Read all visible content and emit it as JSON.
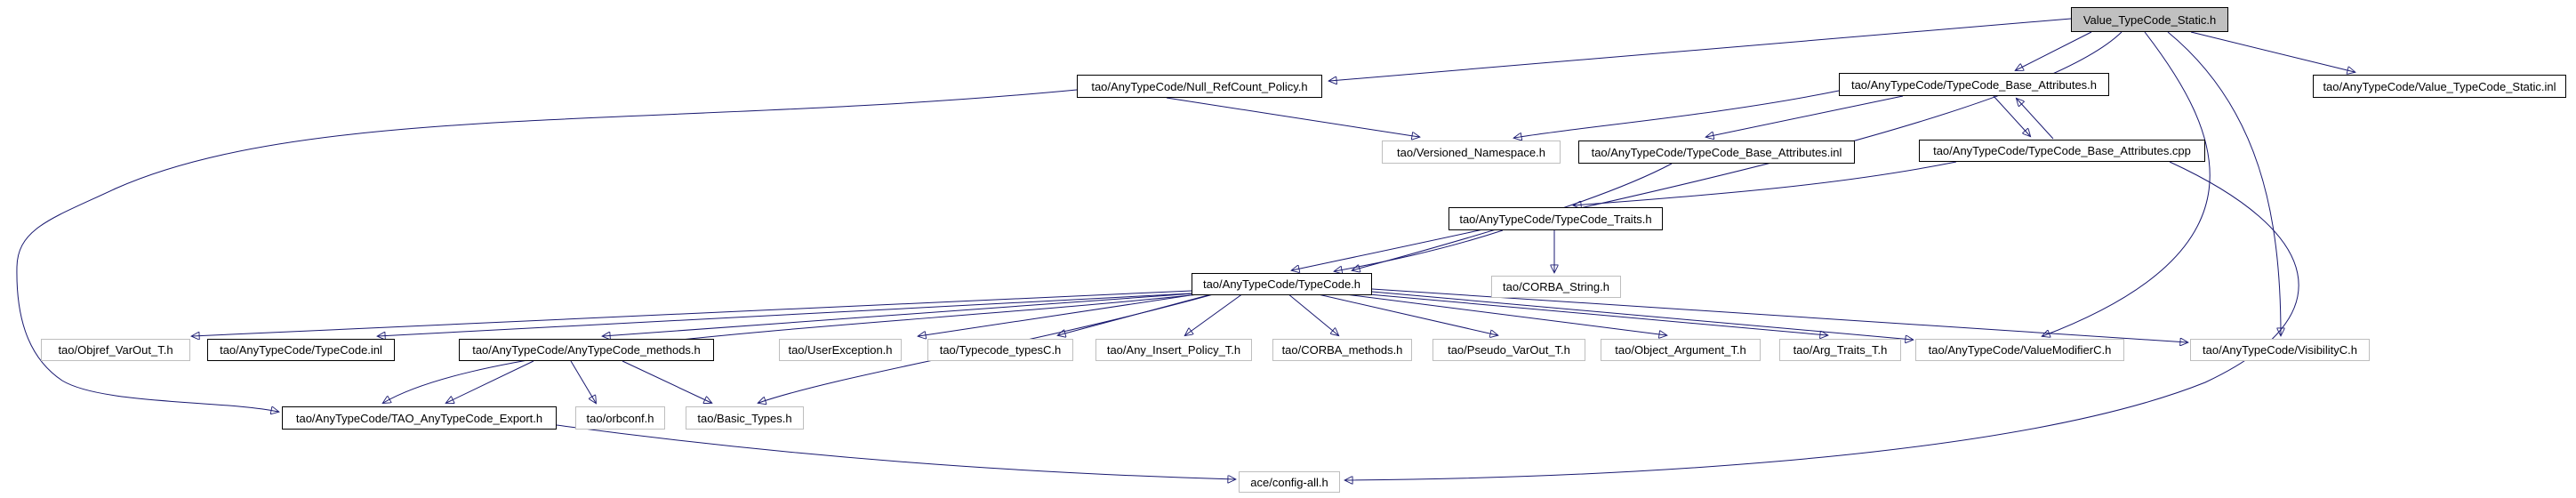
{
  "diagram": {
    "type": "include-dependency-graph",
    "edge_color": "#191970",
    "root_fill_color": "#c0c0c0",
    "internal_border_color": "#000000",
    "external_border_color": "#bebebe",
    "nodes": [
      {
        "id": "root",
        "label": "Value_TypeCode_Static.h",
        "kind": "root"
      },
      {
        "id": "null-refcount",
        "label": "tao/AnyTypeCode/Null_RefCount_Policy.h",
        "kind": "internal"
      },
      {
        "id": "tcba-h",
        "label": "tao/AnyTypeCode/TypeCode_Base_Attributes.h",
        "kind": "internal"
      },
      {
        "id": "vtcs-inl",
        "label": "tao/AnyTypeCode/Value_TypeCode_Static.inl",
        "kind": "internal"
      },
      {
        "id": "versioned-ns",
        "label": "tao/Versioned_Namespace.h",
        "kind": "external"
      },
      {
        "id": "tcba-inl",
        "label": "tao/AnyTypeCode/TypeCode_Base_Attributes.inl",
        "kind": "internal"
      },
      {
        "id": "tcba-cpp",
        "label": "tao/AnyTypeCode/TypeCode_Base_Attributes.cpp",
        "kind": "internal"
      },
      {
        "id": "tc-traits",
        "label": "tao/AnyTypeCode/TypeCode_Traits.h",
        "kind": "internal"
      },
      {
        "id": "corba-string",
        "label": "tao/CORBA_String.h",
        "kind": "external"
      },
      {
        "id": "typecode-h",
        "label": "tao/AnyTypeCode/TypeCode.h",
        "kind": "internal"
      },
      {
        "id": "objref-varout",
        "label": "tao/Objref_VarOut_T.h",
        "kind": "external"
      },
      {
        "id": "typecode-inl",
        "label": "tao/AnyTypeCode/TypeCode.inl",
        "kind": "internal"
      },
      {
        "id": "atc-methods",
        "label": "tao/AnyTypeCode/AnyTypeCode_methods.h",
        "kind": "internal"
      },
      {
        "id": "user-exception",
        "label": "tao/UserException.h",
        "kind": "external"
      },
      {
        "id": "typecode-typesc",
        "label": "tao/Typecode_typesC.h",
        "kind": "external"
      },
      {
        "id": "any-insert",
        "label": "tao/Any_Insert_Policy_T.h",
        "kind": "external"
      },
      {
        "id": "corba-methods",
        "label": "tao/CORBA_methods.h",
        "kind": "external"
      },
      {
        "id": "pseudo-varout",
        "label": "tao/Pseudo_VarOut_T.h",
        "kind": "external"
      },
      {
        "id": "object-argument",
        "label": "tao/Object_Argument_T.h",
        "kind": "external"
      },
      {
        "id": "arg-traits",
        "label": "tao/Arg_Traits_T.h",
        "kind": "external"
      },
      {
        "id": "valuemodifier",
        "label": "tao/AnyTypeCode/ValueModifierC.h",
        "kind": "external"
      },
      {
        "id": "visibility",
        "label": "tao/AnyTypeCode/VisibilityC.h",
        "kind": "external"
      },
      {
        "id": "atc-export",
        "label": "tao/AnyTypeCode/TAO_AnyTypeCode_Export.h",
        "kind": "internal"
      },
      {
        "id": "orbconf",
        "label": "tao/orbconf.h",
        "kind": "external"
      },
      {
        "id": "basic-types",
        "label": "tao/Basic_Types.h",
        "kind": "external"
      },
      {
        "id": "config-all",
        "label": "ace/config-all.h",
        "kind": "external"
      }
    ],
    "edges": [
      {
        "from": "root",
        "to": "null-refcount"
      },
      {
        "from": "root",
        "to": "tcba-h"
      },
      {
        "from": "root",
        "to": "vtcs-inl"
      },
      {
        "from": "root",
        "to": "typecode-h"
      },
      {
        "from": "root",
        "to": "valuemodifier"
      },
      {
        "from": "root",
        "to": "visibility"
      },
      {
        "from": "null-refcount",
        "to": "versioned-ns"
      },
      {
        "from": "null-refcount",
        "to": "atc-export"
      },
      {
        "from": "tcba-h",
        "to": "versioned-ns"
      },
      {
        "from": "tcba-h",
        "to": "tcba-inl"
      },
      {
        "from": "tcba-h",
        "to": "tcba-cpp"
      },
      {
        "from": "tcba-cpp",
        "to": "tcba-h"
      },
      {
        "from": "tcba-cpp",
        "to": "tc-traits"
      },
      {
        "from": "tcba-cpp",
        "to": "config-all"
      },
      {
        "from": "tcba-inl",
        "to": "typecode-h"
      },
      {
        "from": "tc-traits",
        "to": "corba-string"
      },
      {
        "from": "tc-traits",
        "to": "typecode-h"
      },
      {
        "from": "typecode-h",
        "to": "objref-varout"
      },
      {
        "from": "typecode-h",
        "to": "typecode-inl"
      },
      {
        "from": "typecode-h",
        "to": "atc-methods"
      },
      {
        "from": "typecode-h",
        "to": "user-exception"
      },
      {
        "from": "typecode-h",
        "to": "typecode-typesc"
      },
      {
        "from": "typecode-h",
        "to": "any-insert"
      },
      {
        "from": "typecode-h",
        "to": "corba-methods"
      },
      {
        "from": "typecode-h",
        "to": "pseudo-varout"
      },
      {
        "from": "typecode-h",
        "to": "object-argument"
      },
      {
        "from": "typecode-h",
        "to": "arg-traits"
      },
      {
        "from": "typecode-h",
        "to": "valuemodifier"
      },
      {
        "from": "typecode-h",
        "to": "visibility"
      },
      {
        "from": "typecode-h",
        "to": "atc-export"
      },
      {
        "from": "typecode-h",
        "to": "basic-types"
      },
      {
        "from": "atc-methods",
        "to": "atc-export"
      },
      {
        "from": "atc-methods",
        "to": "orbconf"
      },
      {
        "from": "atc-methods",
        "to": "basic-types"
      },
      {
        "from": "atc-export",
        "to": "config-all"
      }
    ]
  }
}
